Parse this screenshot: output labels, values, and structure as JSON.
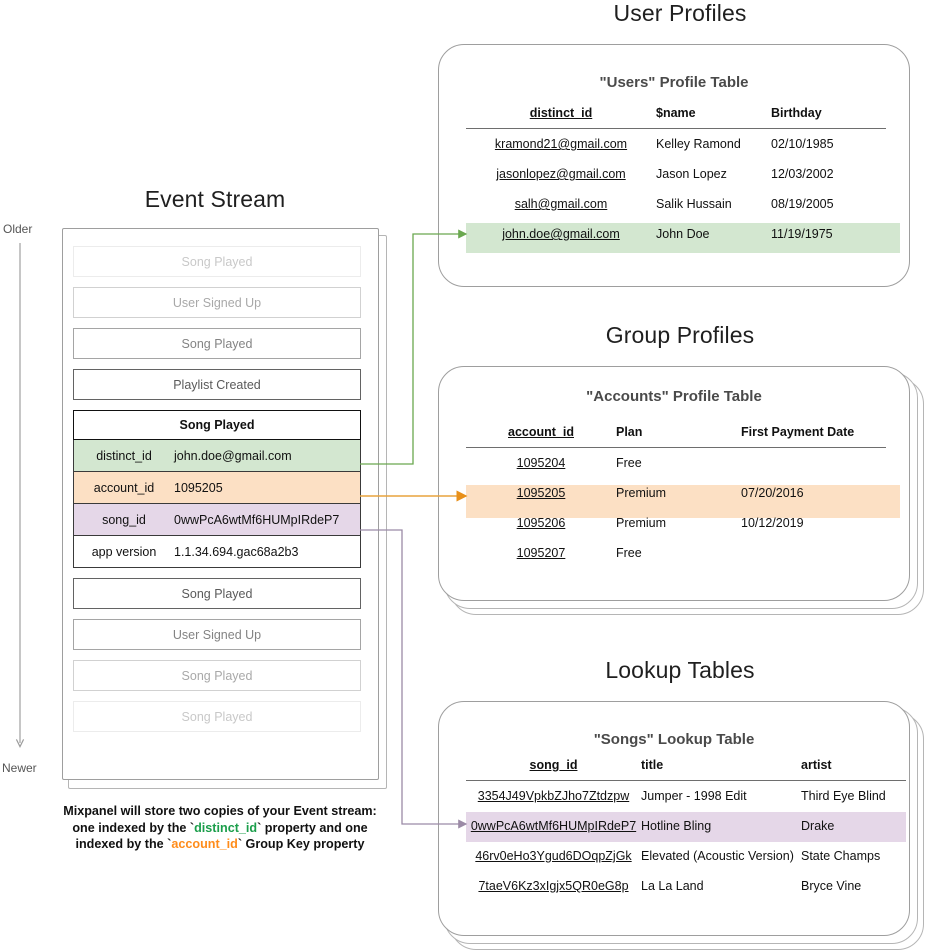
{
  "sections": {
    "user_profiles_title": "User Profiles",
    "group_profiles_title": "Group Profiles",
    "lookup_tables_title": "Lookup Tables",
    "event_stream_title": "Event Stream"
  },
  "timeline": {
    "older": "Older",
    "newer": "Newer"
  },
  "caption": {
    "line1": "Mixpanel will store two copies of your Event stream:",
    "line2_a": "one indexed by the `",
    "line2_key": "distinct_id",
    "line2_b": "` property and one",
    "line3_a": "indexed by the `",
    "line3_key": "account_id",
    "line3_b": "` Group Key property"
  },
  "event_stream": {
    "boxes_above": [
      {
        "label": "Song Played",
        "opacity": 0.18
      },
      {
        "label": "User Signed Up",
        "opacity": 0.42
      },
      {
        "label": "Song Played",
        "opacity": 0.7
      },
      {
        "label": "Playlist Created",
        "opacity": 1.0
      }
    ],
    "selected": {
      "title": "Song Played",
      "properties": [
        {
          "key": "distinct_id",
          "value": "john.doe@gmail.com",
          "highlight": "green"
        },
        {
          "key": "account_id",
          "value": "1095205",
          "highlight": "orange"
        },
        {
          "key": "song_id",
          "value": "0wwPcA6wtMf6HUMpIRdeP7",
          "highlight": "purple"
        },
        {
          "key": "app version",
          "value": "1.1.34.694.gac68a2b3",
          "highlight": "none"
        }
      ]
    },
    "boxes_below": [
      {
        "label": "Song Played",
        "opacity": 1.0
      },
      {
        "label": "User Signed Up",
        "opacity": 0.7
      },
      {
        "label": "Song Played",
        "opacity": 0.42
      },
      {
        "label": "Song Played",
        "opacity": 0.18
      }
    ]
  },
  "users_table": {
    "title": "\"Users\" Profile Table",
    "columns": [
      "distinct_id",
      "$name",
      "Birthday"
    ],
    "rows": [
      {
        "distinct_id": "kramond21@gmail.com",
        "name": "Kelley Ramond",
        "birthday": "02/10/1985",
        "highlight": false
      },
      {
        "distinct_id": "jasonlopez@gmail.com",
        "name": "Jason Lopez",
        "birthday": "12/03/2002",
        "highlight": false
      },
      {
        "distinct_id": "salh@gmail.com",
        "name": "Salik Hussain",
        "birthday": "08/19/2005",
        "highlight": false
      },
      {
        "distinct_id": "john.doe@gmail.com",
        "name": "John Doe",
        "birthday": "11/19/1975",
        "highlight": true
      }
    ]
  },
  "accounts_table": {
    "title": "\"Accounts\" Profile Table",
    "columns": [
      "account_id",
      "Plan",
      "First Payment Date"
    ],
    "rows": [
      {
        "account_id": "1095204",
        "plan": "Free",
        "first_payment_date": "",
        "highlight": false
      },
      {
        "account_id": "1095205",
        "plan": "Premium",
        "first_payment_date": "07/20/2016",
        "highlight": true
      },
      {
        "account_id": "1095206",
        "plan": "Premium",
        "first_payment_date": "10/12/2019",
        "highlight": false
      },
      {
        "account_id": "1095207",
        "plan": "Free",
        "first_payment_date": "",
        "highlight": false
      }
    ]
  },
  "songs_table": {
    "title": "\"Songs\" Lookup Table",
    "columns": [
      "song_id",
      "title",
      "artist"
    ],
    "rows": [
      {
        "song_id": "3354J49VpkbZJho7Ztdzpw",
        "title": "Jumper - 1998 Edit",
        "artist": "Third Eye Blind",
        "highlight": false
      },
      {
        "song_id": "0wwPcA6wtMf6HUMpIRdeP7",
        "title": "Hotline Bling",
        "artist": "Drake",
        "highlight": true
      },
      {
        "song_id": "46rv0eHo3Ygud6DOqpZjGk",
        "title": "Elevated (Acoustic Version)",
        "artist": "State Champs",
        "highlight": false
      },
      {
        "song_id": "7taeV6Kz3xIgjx5QR0eG8p",
        "title": "La La Land",
        "artist": "Bryce Vine",
        "highlight": false
      }
    ]
  },
  "colors": {
    "green": "#d3e7d0",
    "orange": "#fce0c4",
    "purple": "#e5d7e8",
    "green_arrow": "#6aa84f",
    "orange_arrow": "#e8a33d",
    "purple_arrow": "#9b8aa6",
    "card_border": "#9e9e9e"
  }
}
